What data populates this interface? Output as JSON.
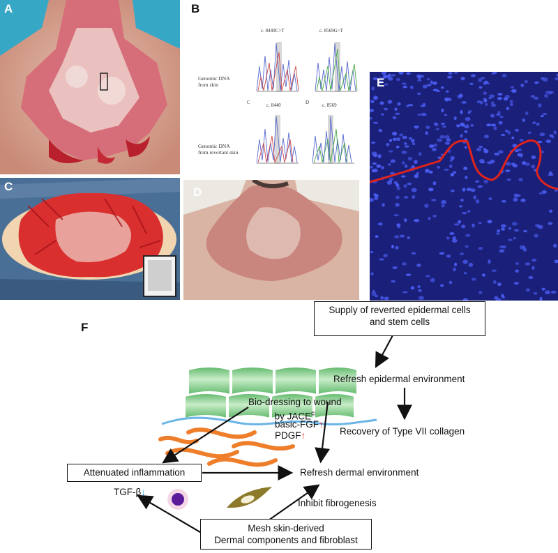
{
  "panels": {
    "A": {
      "label": "A"
    },
    "B": {
      "label": "B",
      "sub_c_label": "C",
      "sub_d_label": "D",
      "mut1": "c. 8440C>T",
      "mut2": "c. 8569G>T",
      "mut3": "c. 8440",
      "mut4": "c. 8569",
      "row1_label_l1": "Genomic DNA",
      "row1_label_l2": "from skin",
      "row2_label_l1": "Genomic DNA",
      "row2_label_l2": "from revertant skin"
    },
    "C": {
      "label": "C"
    },
    "D": {
      "label": "D"
    },
    "E": {
      "label": "E"
    },
    "F": {
      "label": "F"
    }
  },
  "diagram": {
    "supply_l1": "Supply of reverted epidermal cells",
    "supply_l2": "and stem cells",
    "refresh_epidermal": "Refresh epidermal environment",
    "biodressing_l1": "Bio-dressing to wound",
    "biodressing_l2": "by JACE",
    "biodressing_sup": "©",
    "recovery": "Recovery of Type VII collagen",
    "basic_fgf": "basic-FGF",
    "pdgf": "PDGF",
    "up_arrow": "↑",
    "attenuated": "Attenuated inflammation",
    "refresh_dermal": "Refresh dermal environment",
    "tgf": "TGF-β",
    "down_arrow": "↓",
    "inhibit": "Inhibit fibrogenesis",
    "mesh_l1": "Mesh skin-derived",
    "mesh_l2": "Dermal components and fibroblast"
  },
  "colors": {
    "background_blue": "#1a1f7a",
    "nuclei": "#4a5cf0",
    "membrane": "#e2231a",
    "epidermis_green": "#8fce8f",
    "collagen_blue": "#6ab4e6",
    "fibroblast_orange": "#ef7e2a",
    "increase_red": "#e2231a",
    "decrease_blue": "#29a8e0"
  }
}
